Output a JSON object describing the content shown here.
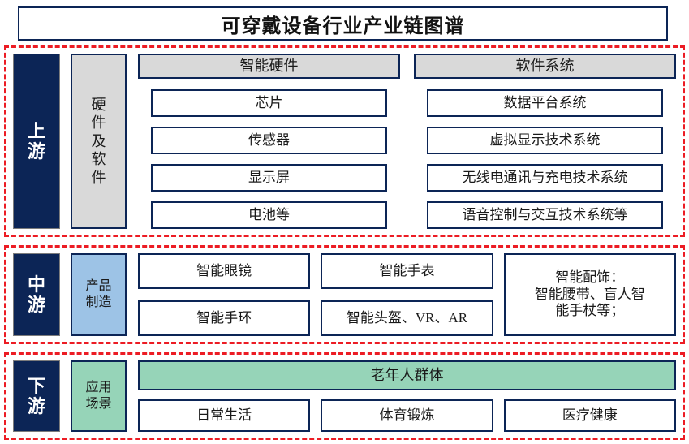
{
  "title": "可穿戴设备行业产业链图谱",
  "colors": {
    "navy": "#0C2556",
    "red_dash": "#EC1C24",
    "gray": "#D9D9D9",
    "light_blue": "#9DC3E6",
    "green": "#96D4B8",
    "white": "#FFFFFF"
  },
  "sections": {
    "upstream": {
      "stage_label_chars": [
        "上",
        "游"
      ],
      "category": "硬件及软件",
      "category_chars": [
        "硬",
        "件",
        "及",
        "软",
        "件"
      ],
      "columns": [
        {
          "header": "智能硬件",
          "items": [
            "芯片",
            "传感器",
            "显示屏",
            "电池等"
          ]
        },
        {
          "header": "软件系统",
          "items": [
            "数据平台系统",
            "虚拟显示技术系统",
            "无线电通讯与充电技术系统",
            "语音控制与交互技术系统等"
          ]
        }
      ]
    },
    "midstream": {
      "stage_label_chars": [
        "中",
        "游"
      ],
      "category_lines": [
        "产品",
        "制造"
      ],
      "columns": [
        {
          "items": [
            "智能眼镜",
            "智能手环"
          ]
        },
        {
          "items": [
            "智能手表",
            "智能头盔、VR、AR"
          ]
        },
        {
          "tall_lines": [
            "智能配饰：",
            "智能腰带、盲人智",
            "能手杖等；"
          ]
        }
      ]
    },
    "downstream": {
      "stage_label_chars": [
        "下",
        "游"
      ],
      "category_lines": [
        "应用",
        "场景"
      ],
      "banner": "老年人群体",
      "items": [
        "日常生活",
        "体育锻炼",
        "医疗健康"
      ]
    }
  }
}
